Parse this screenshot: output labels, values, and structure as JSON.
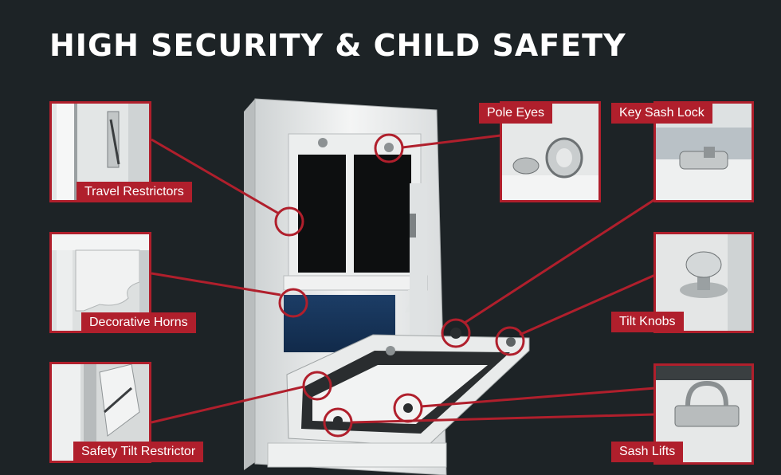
{
  "title": "HIGH SECURITY & CHILD SAFETY",
  "features": {
    "travel_restrictors": "Travel Restrictors",
    "decorative_horns": "Decorative Horns",
    "safety_tilt_restrictor": "Safety Tilt Restrictor",
    "pole_eyes": "Pole Eyes",
    "key_sash_lock": "Key Sash Lock",
    "tilt_knobs": "Tilt Knobs",
    "sash_lifts": "Sash Lifts"
  },
  "colors": {
    "background": "#1d2326",
    "accent": "#b01f2c",
    "text": "#ffffff"
  }
}
